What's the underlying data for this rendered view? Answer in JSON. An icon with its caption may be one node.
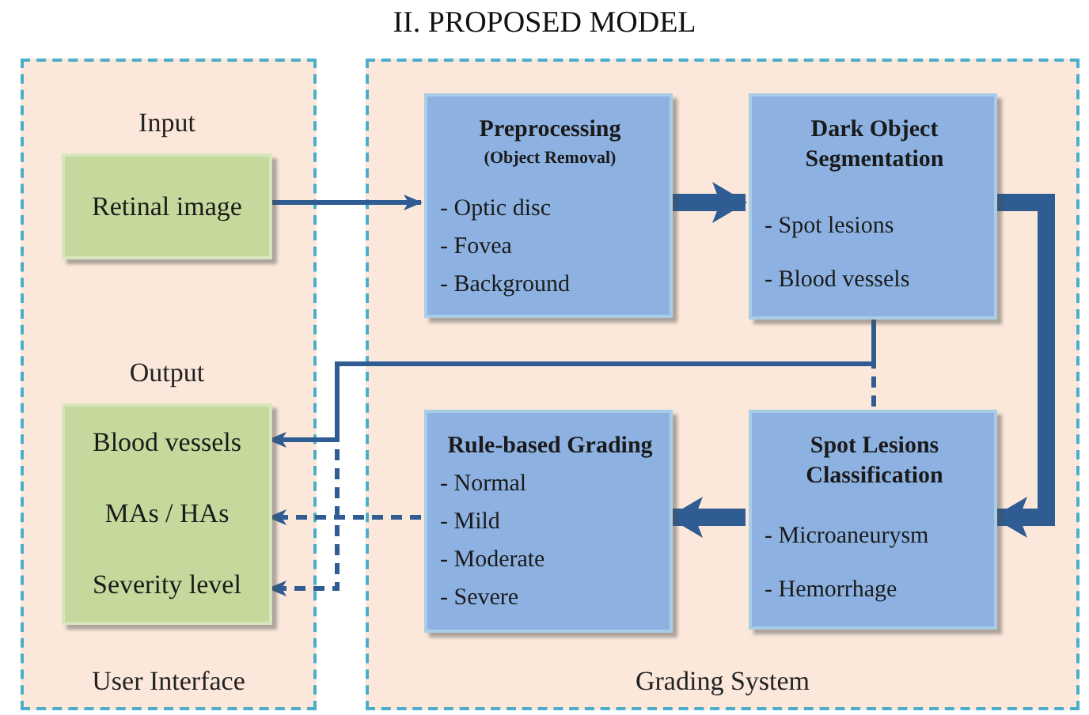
{
  "diagram": {
    "title": "II. PROPOSED MODEL",
    "nodes": [
      {
        "text": [
          "User Interface"
        ]
      },
      {
        "text": [
          "Retinal image"
        ],
        "in": 0,
        "beside": [
          "Input"
        ]
      },
      {
        "text": [
          "Blood vessels",
          "MAs / HAs",
          "Severity level"
        ],
        "in": 0,
        "beside": [
          "Output"
        ]
      },
      {
        "text": [
          "Grading System"
        ]
      },
      {
        "text": [
          "Preprocessing",
          "(Object Removal)",
          "- Optic disc",
          "- Fovea",
          "- Background"
        ],
        "in": 3
      },
      {
        "text": [
          "Dark Object Segmentation",
          "- Spot lesions",
          "- Blood vessels"
        ],
        "in": 3
      },
      {
        "text": [
          "Rule-based Grading",
          "- Normal",
          "- Mild",
          "- Moderate",
          "- Severe"
        ],
        "in": 3
      },
      {
        "text": [
          "Spot Lesions Classification",
          "- Microaneurysm",
          "- Hemorrhage"
        ],
        "in": 3
      }
    ],
    "edges": [
      {
        "from": 1,
        "to": 4,
        "arrow": "to"
      },
      {
        "from": 4,
        "to": 5,
        "arrow": "to",
        "style": "thick"
      },
      {
        "from": 5,
        "to": 7,
        "arrow": "to",
        "style": "thick"
      },
      {
        "from": 7,
        "to": 6,
        "arrow": "to",
        "style": "thick"
      },
      {
        "from": 5,
        "to": 2,
        "arrow": "to"
      },
      {
        "from": 7,
        "to": 2,
        "arrow": "to",
        "style": "dashed"
      },
      {
        "from": 6,
        "to": 2,
        "arrow": "to",
        "style": "dashed"
      }
    ]
  }
}
